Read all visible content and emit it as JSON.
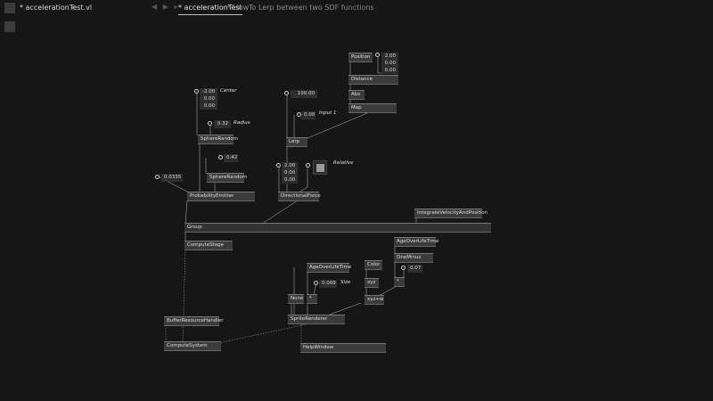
{
  "window": {
    "doc_title": "* accelerationTest.vl",
    "caret": "v",
    "nav_arrows": "◀ ▶ ▸",
    "tabs": [
      {
        "label": "* accelerationTest",
        "active": true
      },
      {
        "label": "* HowTo Lerp between two SDF functions",
        "active": false
      }
    ]
  },
  "patch": {
    "nodes": {
      "position": "Position",
      "distance": "Distance",
      "abs": "Abs",
      "map": "Map",
      "lerp": "Lerp",
      "sphere_random_1": "SphereRandom",
      "sphere_random_2": "SphereRandom",
      "probability_emitter": "ProbabilityEmitter",
      "directional_force": "DirectionalForce",
      "integrate_velocity": "IntegrateVelocityAndPosition",
      "group": "Group",
      "compute_stage": "ComputeStage",
      "age_over_lifetime_1": "AgeOverLifeTime",
      "one_minus": "OneMinus",
      "age_over_lifetime_2": "AgeOverLifeTime",
      "color": "Color",
      "xyz": "xyz",
      "xyz_w": "xyz+w",
      "multiply_1": "*",
      "multiply_2": "*",
      "none": "None",
      "sprite_renderer": "SpriteRenderer",
      "buffer_resource_handler": "BufferResourceHandler",
      "compute_system": "ComputeSystem",
      "help_window": "HelpWindow"
    },
    "iobox": {
      "position_vector": "2.00\n0.00\n0.00",
      "center_vector": "-2.00\n0.00\n0.00",
      "radius": "0.32",
      "sphere_value": "0.42",
      "emit_rate": "0.0335",
      "lerp_input": "100.00",
      "input1": "0.00",
      "direction_vector": "2.00\n0.00\n0.00",
      "size": "0.009",
      "fade": "0.07"
    },
    "labels": {
      "center": "Center",
      "radius": "Radius",
      "input1": "Input 1",
      "relative": "Relative",
      "size": "Size"
    }
  }
}
